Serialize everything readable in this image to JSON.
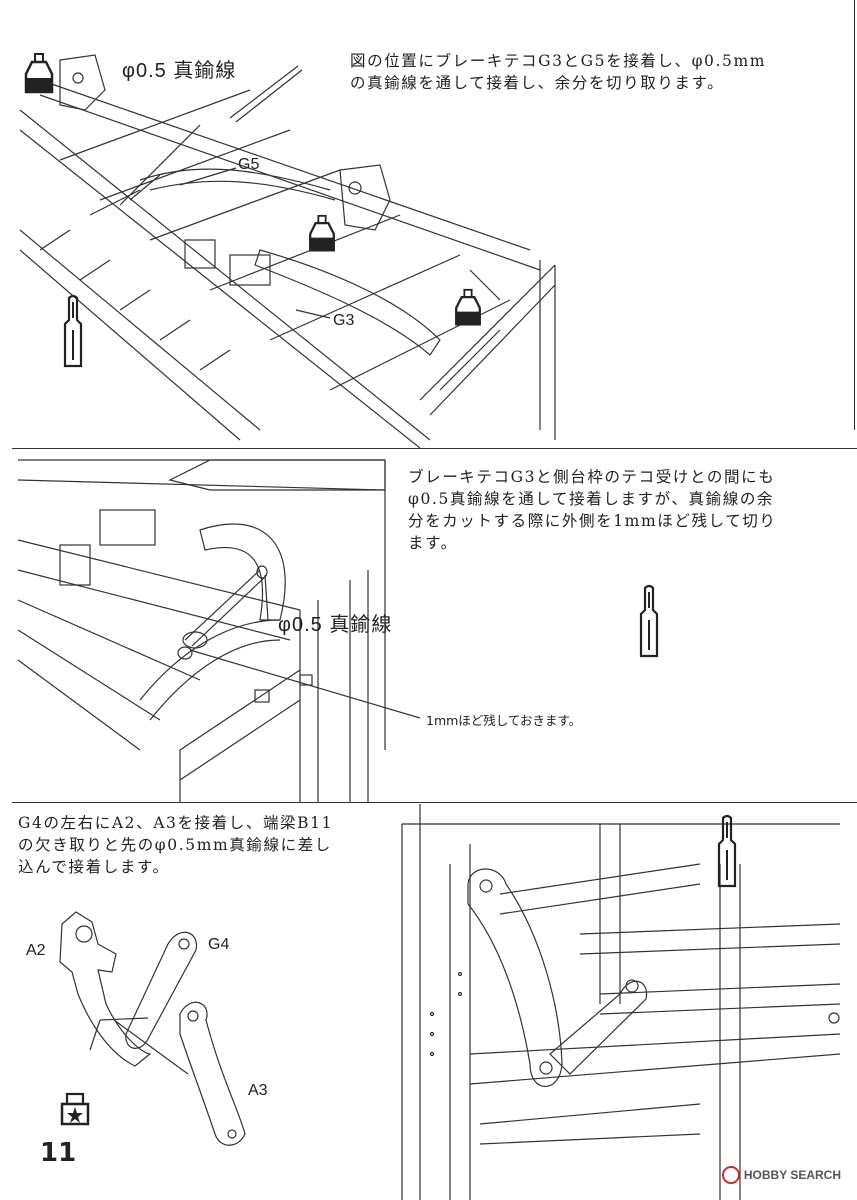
{
  "panel1": {
    "instruction_line1": "図の位置にブレーキテコG3とG5を接着し、φ0.5mm",
    "instruction_line2": "の真鍮線を通して接着し、余分を切り取ります。",
    "wire_label": "φ0.5 真鍮線",
    "part_g5": "G5",
    "part_g3": "G3"
  },
  "panel2": {
    "instruction_line1": "ブレーキテコG3と側台枠のテコ受けとの間にも",
    "instruction_line2": "φ0.5真鍮線を通して接着しますが、真鍮線の余",
    "instruction_line3": "分をカットする際に外側を1mmほど残して切り",
    "instruction_line4": "ます。",
    "wire_label": "φ0.5 真鍮線",
    "note": "1mmほど残しておきます。"
  },
  "panel3": {
    "instruction_line1": "G4の左右にA2、A3を接着し、端梁B11",
    "instruction_line2": "の欠き取りと先のφ0.5mm真鍮線に差し",
    "instruction_line3": "込んで接着します。",
    "part_a2": "A2",
    "part_g4": "G4",
    "part_a3": "A3"
  },
  "page_number": "11",
  "watermark": "HOBBY SEARCH",
  "icons": [
    "glue-bottle-icon",
    "brass-wire-icon",
    "parts-bag-star-icon"
  ]
}
